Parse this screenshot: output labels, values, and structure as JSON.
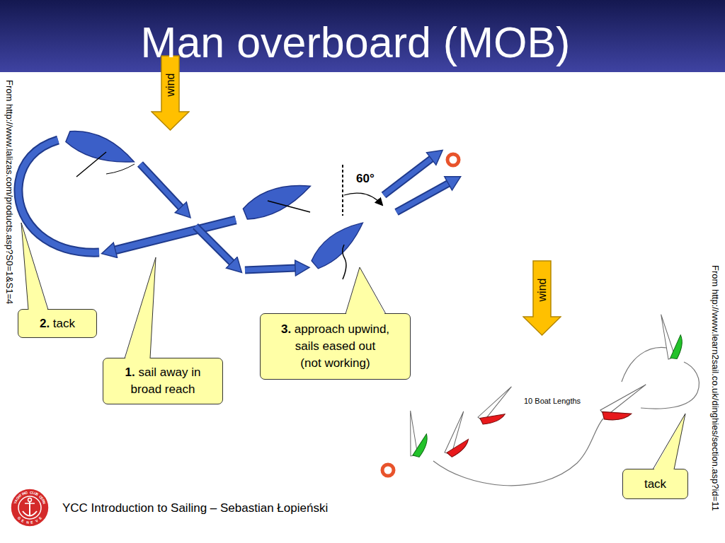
{
  "diagram": {
    "title": "Man overboard (MOB)",
    "nodes": [
      {
        "text": [
          "wind"
        ]
      },
      {
        "text": [
          "2. tack"
        ]
      },
      {
        "text": [
          "3. approach upwind, sails eased out (not working)"
        ]
      },
      {
        "text": [
          "1. sail away in broad reach"
        ]
      },
      {
        "text": [
          "wind"
        ]
      },
      {
        "text": [
          "tack"
        ]
      }
    ],
    "labels": [
      "60°",
      "10 Boat Lengths",
      "From http://www.lalizas.com/products.asp?S0=1&S1=4",
      "From http://www.learn2sail.co.uk/dinghies/section.asp?id=11",
      "YCC Introduction to Sailing – Sebastian Łopieński",
      "YACHTING CLUB CERN",
      "GENEVE"
    ]
  }
}
